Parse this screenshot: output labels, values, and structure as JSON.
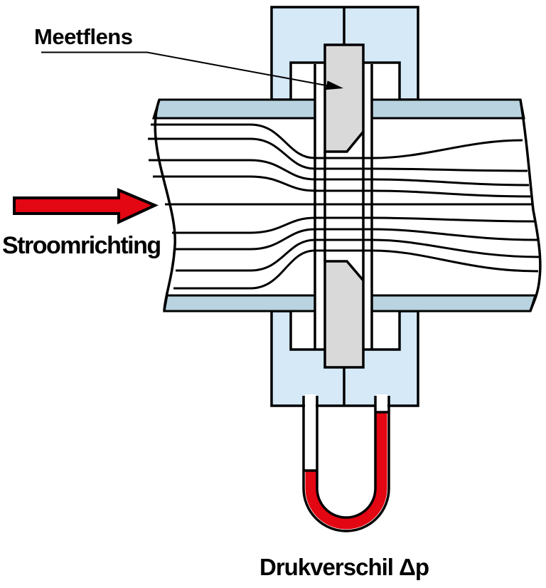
{
  "labels": {
    "meetflens": "Meetflens",
    "stroomrichting": "Stroomrichting",
    "drukverschil": "Drukverschil Δp"
  },
  "colors": {
    "flange_blue": "#d5e9f7",
    "pipe_wall_blue": "#b9d3e0",
    "plate_gray": "#d9d9d9",
    "fluid_red": "#e30613",
    "outline": "#000000",
    "background": "#ffffff"
  }
}
